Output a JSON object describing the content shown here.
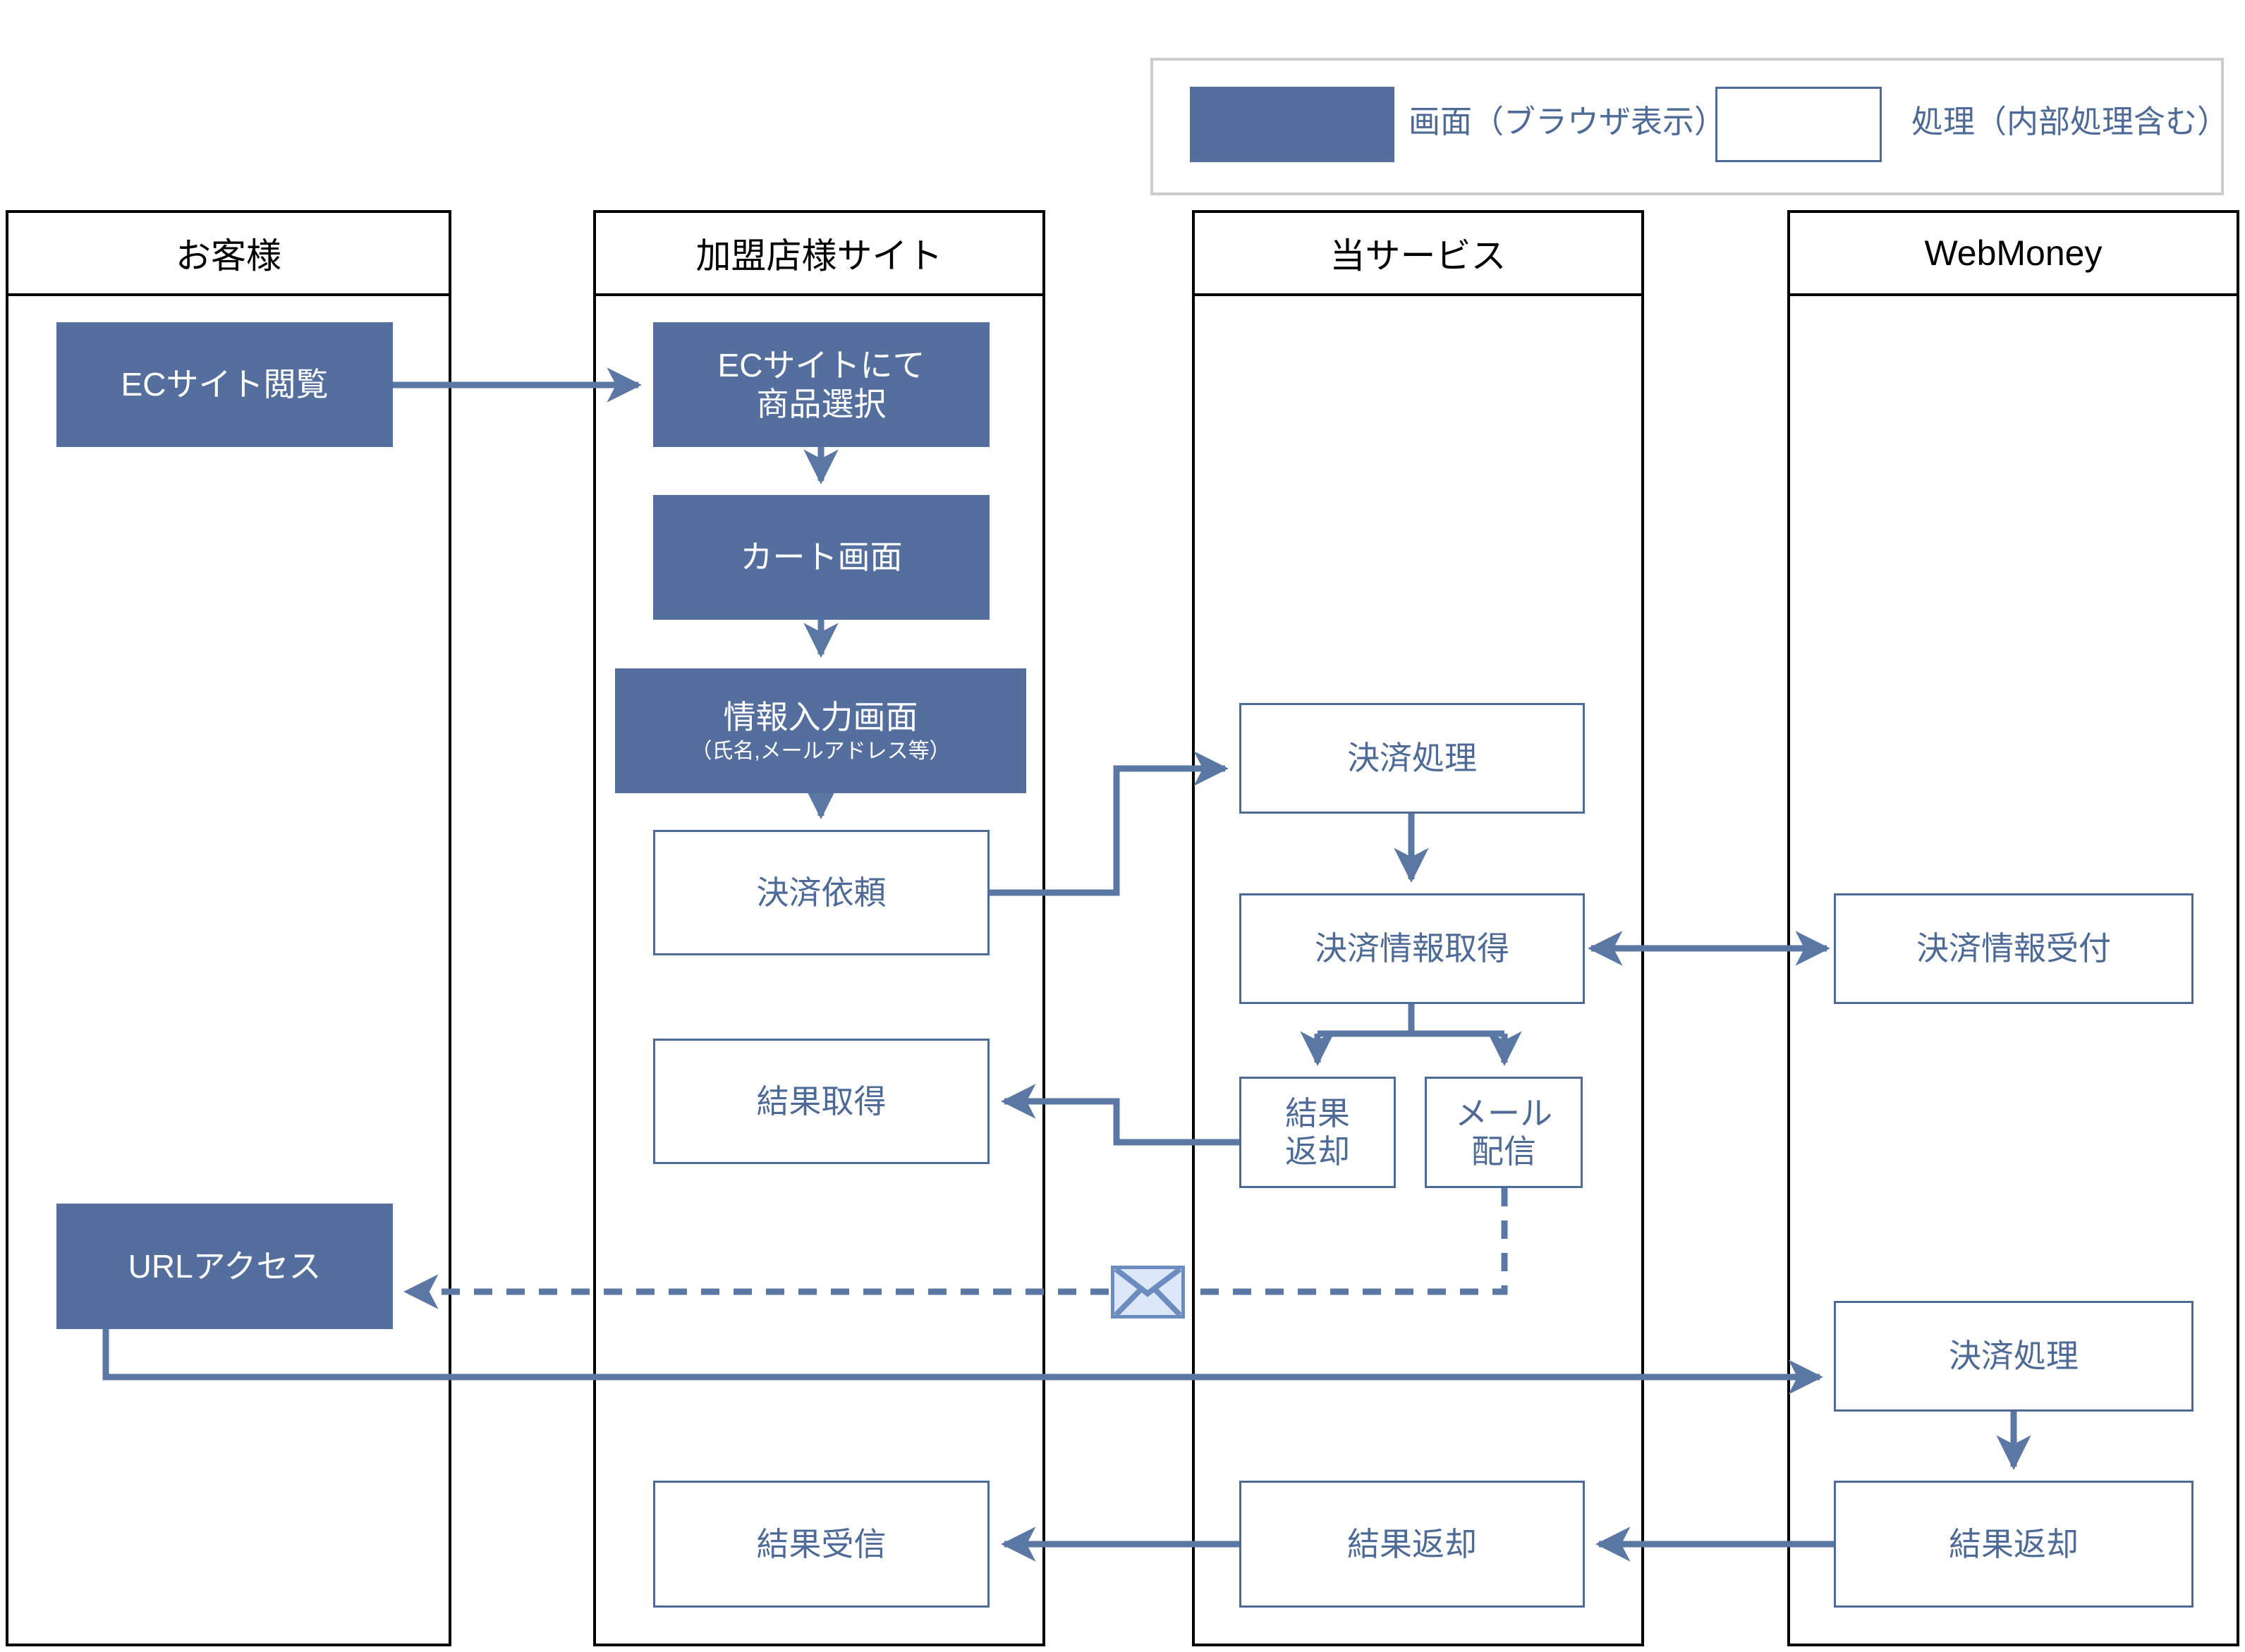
{
  "legend": {
    "filled_swatch_label": "画面（ブラウザ表示）",
    "open_swatch_label": "処理（内部処理含む）",
    "filled_color": "#546E9E",
    "open_border_color": "#4E6A96",
    "border_color": "#CCCCCC"
  },
  "lanes": [
    {
      "id": "customer",
      "title": "お客様"
    },
    {
      "id": "merchant",
      "title": "加盟店様サイト"
    },
    {
      "id": "service",
      "title": "当サービス"
    },
    {
      "id": "webmoney",
      "title": "WebMoney"
    }
  ],
  "nodes": {
    "ec_browse": {
      "label": "ECサイト閲覧",
      "sub": "",
      "type": "screen",
      "lane": "customer"
    },
    "ec_select": {
      "label": "ECサイトにて",
      "sub": "商品選択",
      "type": "screen",
      "lane": "merchant"
    },
    "cart": {
      "label": "カート画面",
      "sub": "",
      "type": "screen",
      "lane": "merchant"
    },
    "input": {
      "label": "情報入力画面",
      "sub": "（氏名,メールアドレス等）",
      "type": "screen",
      "lane": "merchant"
    },
    "pay_request": {
      "label": "決済依頼",
      "sub": "",
      "type": "process",
      "lane": "merchant"
    },
    "result_get": {
      "label": "結果取得",
      "sub": "",
      "type": "process",
      "lane": "merchant"
    },
    "url_access": {
      "label": "URLアクセス",
      "sub": "",
      "type": "screen",
      "lane": "customer"
    },
    "result_recv": {
      "label": "結果受信",
      "sub": "",
      "type": "process",
      "lane": "merchant"
    },
    "svc_pay": {
      "label": "決済処理",
      "sub": "",
      "type": "process",
      "lane": "service"
    },
    "svc_info": {
      "label": "決済情報取得",
      "sub": "",
      "type": "process",
      "lane": "service"
    },
    "svc_return": {
      "label": "結果",
      "sub": "返却",
      "type": "process",
      "lane": "service"
    },
    "svc_mail": {
      "label": "メール",
      "sub": "配信",
      "type": "process",
      "lane": "service"
    },
    "svc_result": {
      "label": "結果返却",
      "sub": "",
      "type": "process",
      "lane": "service"
    },
    "wm_recv": {
      "label": "決済情報受付",
      "sub": "",
      "type": "process",
      "lane": "webmoney"
    },
    "wm_pay": {
      "label": "決済処理",
      "sub": "",
      "type": "process",
      "lane": "webmoney"
    },
    "wm_result": {
      "label": "結果返却",
      "sub": "",
      "type": "process",
      "lane": "webmoney"
    }
  },
  "icons": {
    "mail": "envelope-icon"
  },
  "colors": {
    "accent": "#4E6A96",
    "screen_fill": "#546E9E",
    "connector": "#5B77A3",
    "envelope_fill": "#DCE7F7",
    "envelope_border": "#6C8CC0",
    "lane_border": "#000000"
  }
}
